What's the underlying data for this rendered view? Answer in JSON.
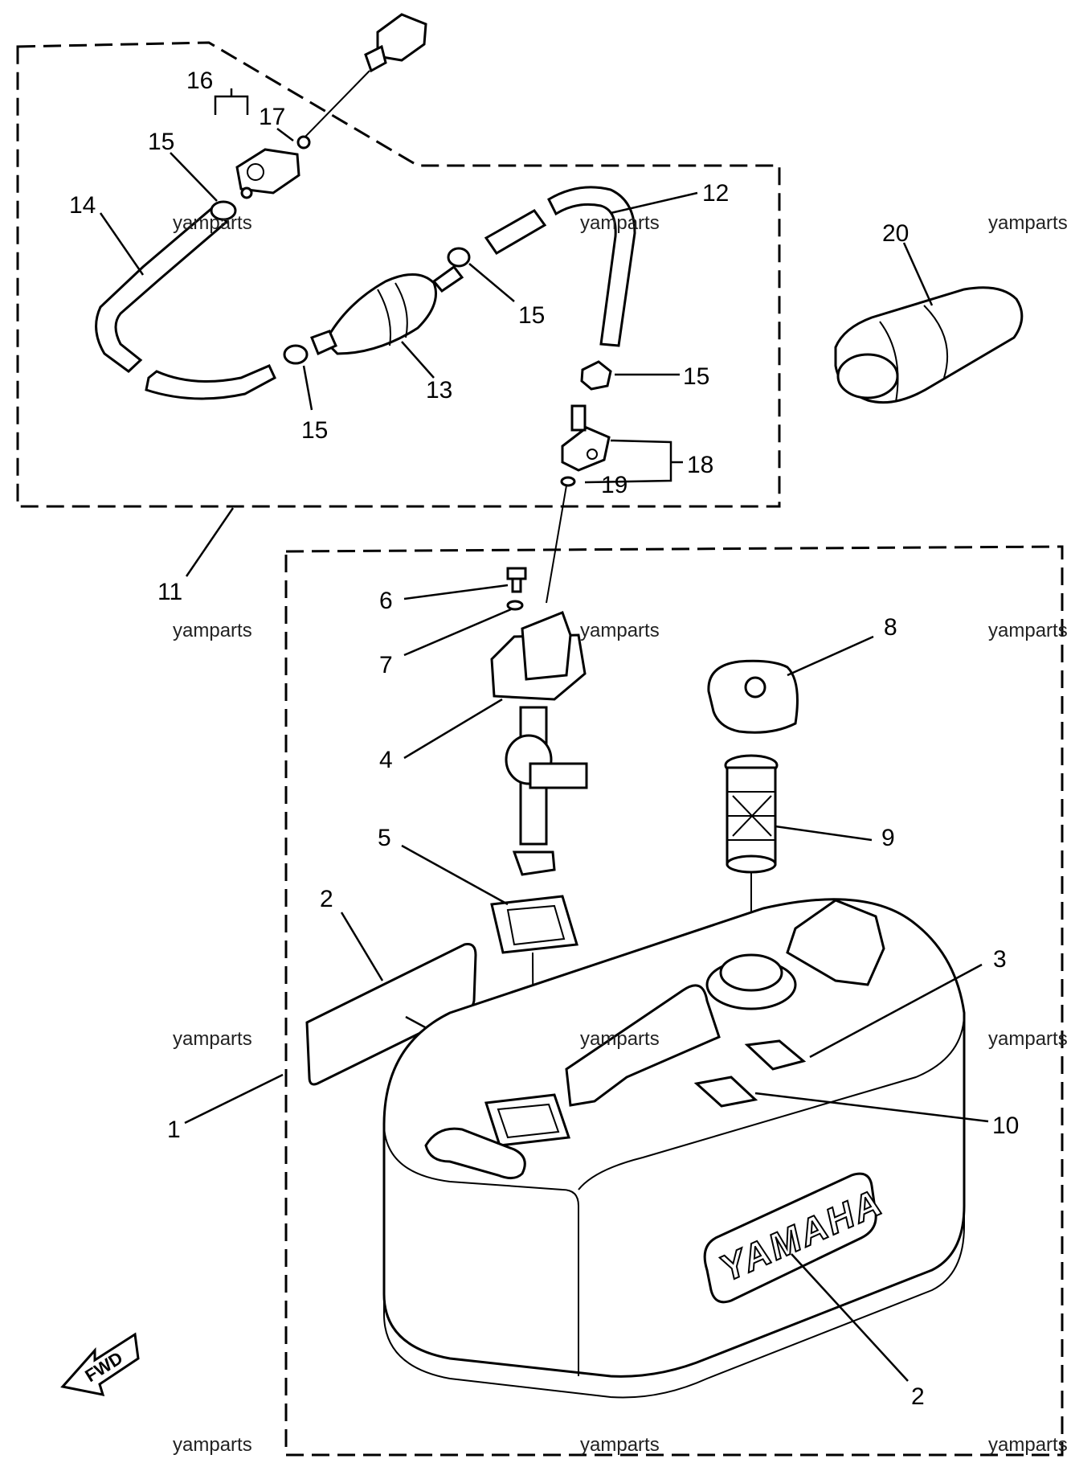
{
  "callouts": {
    "c1": "1",
    "c2a": "2",
    "c2b": "2",
    "c3": "3",
    "c4": "4",
    "c5": "5",
    "c6": "6",
    "c7": "7",
    "c8": "8",
    "c9": "9",
    "c10": "10",
    "c11": "11",
    "c12": "12",
    "c13": "13",
    "c14": "14",
    "c15a": "15",
    "c15b": "15",
    "c15c": "15",
    "c15d": "15",
    "c16": "16",
    "c17": "17",
    "c18": "18",
    "c19": "19",
    "c20": "20"
  },
  "watermark": "yamparts",
  "tank_logo": "YAMAHA",
  "fwd_label": "FWD"
}
